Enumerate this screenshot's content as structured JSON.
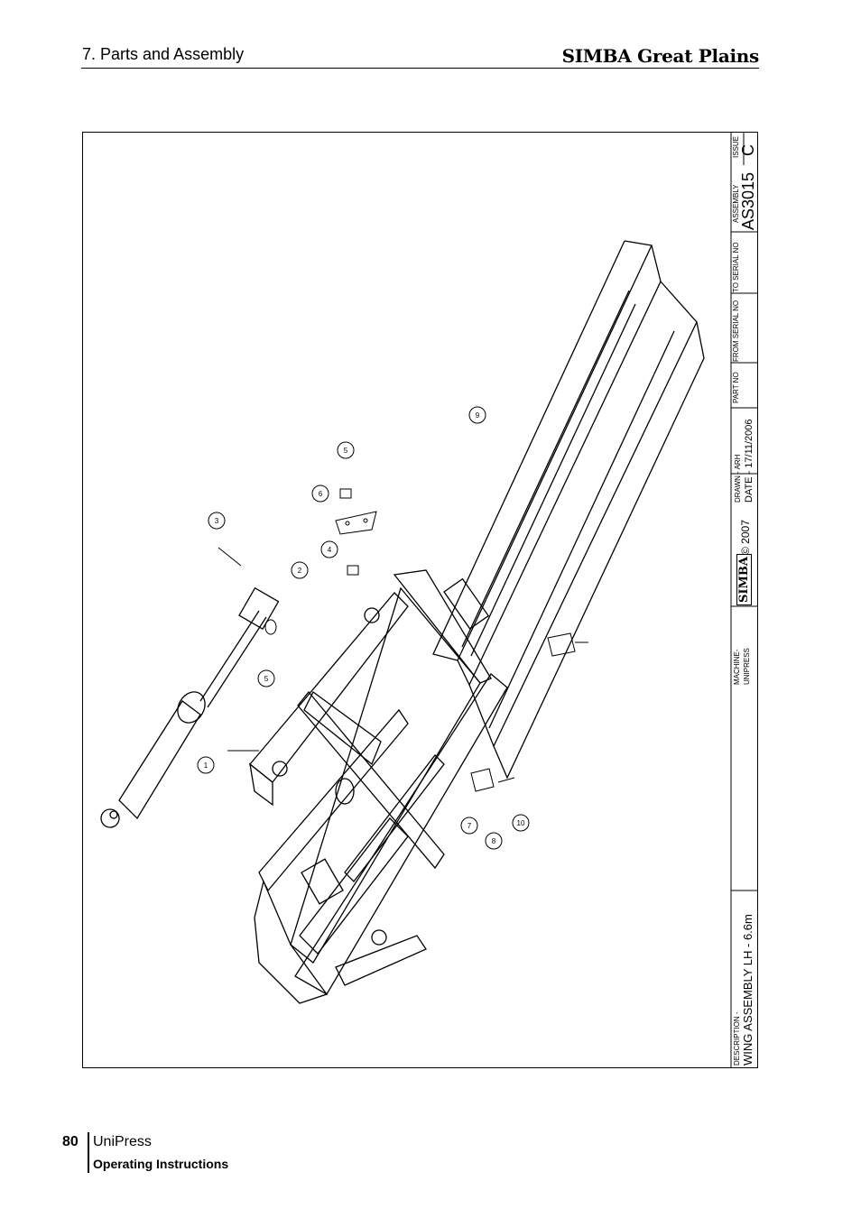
{
  "header": {
    "section": "7. Parts and Assembly",
    "brand": "SIMBA Great Plains"
  },
  "title_block": {
    "issue_label": "ISSUE",
    "issue": "C",
    "assembly_label": "ASSEMBLY",
    "assembly": "AS3015",
    "to_serial_label": "TO SERIAL NO",
    "from_serial_label": "FROM SERIAL NO",
    "part_no_label": "PART NO",
    "drawn": "DRAWN - ARH",
    "date": "DATE - 17/11/2006",
    "copyright": "© 2007",
    "logo_text": "SIMBA",
    "machine_label": "MACHINE-",
    "machine": "UNIPRESS",
    "description_label": "DESCRIPTION -",
    "description": "WING ASSEMBLY LH - 6.6m"
  },
  "callouts": [
    "1",
    "2",
    "3",
    "4",
    "5",
    "5",
    "6",
    "7",
    "8",
    "9",
    "10"
  ],
  "footer": {
    "page": "80",
    "product": "UniPress",
    "subtitle": "Operating Instructions"
  }
}
